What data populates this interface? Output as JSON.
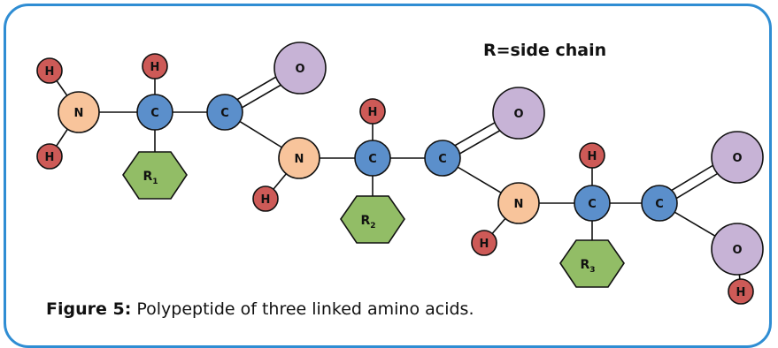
{
  "header": {
    "note": "R=side chain"
  },
  "caption": {
    "label": "Figure 5:",
    "text": "Polypeptide of three linked amino acids."
  },
  "colors": {
    "carbon": "#5b8fcb",
    "nitrogen": "#f8c49b",
    "hydrogen": "#cd5a57",
    "oxygen": "#c7b3d6",
    "side_chain": "#92bd66",
    "frame": "#2f8dd3"
  },
  "atoms": {
    "h1": "H",
    "n1": "N",
    "h2": "H",
    "h3": "H",
    "c1": "C",
    "c2": "C",
    "o1": "O",
    "n2": "N",
    "h4": "H",
    "h5": "H",
    "c3": "C",
    "c4": "C",
    "o2": "O",
    "n3": "N",
    "h6": "H",
    "h7": "H",
    "c5": "C",
    "c6": "C",
    "o3": "O",
    "o4": "O",
    "h8": "H"
  },
  "side_chains": [
    {
      "symbol": "R",
      "sub": "1"
    },
    {
      "symbol": "R",
      "sub": "2"
    },
    {
      "symbol": "R",
      "sub": "3"
    }
  ]
}
